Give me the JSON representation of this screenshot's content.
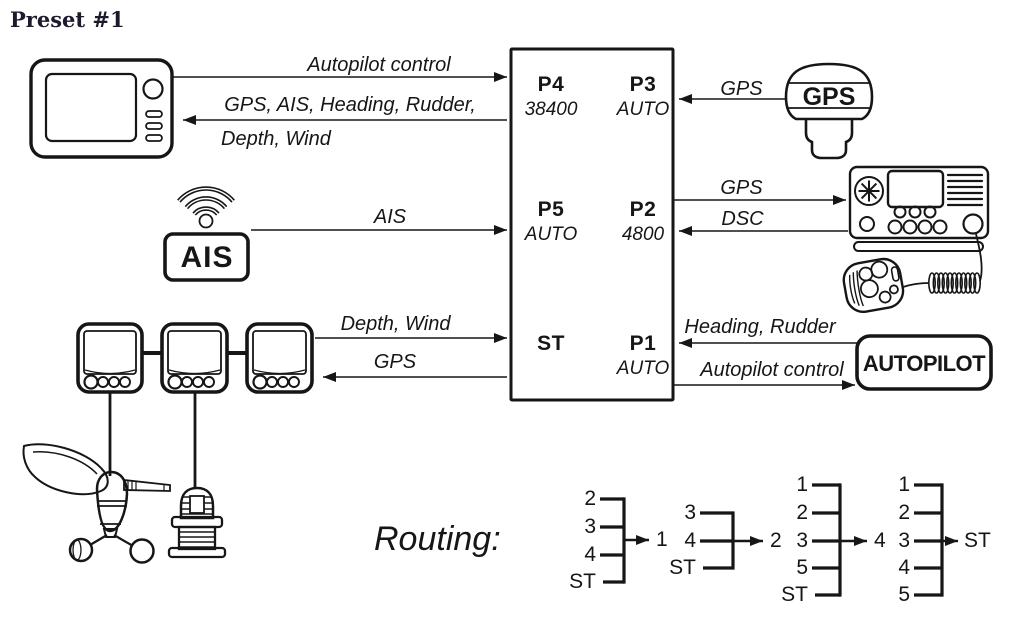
{
  "title": "Preset #1",
  "colors": {
    "ink": "#161616",
    "title_ink": "#1c1b2e",
    "bg": "#ffffff"
  },
  "multiplexer": {
    "ports": [
      {
        "id": "P4",
        "value": "38400"
      },
      {
        "id": "P3",
        "value": "AUTO"
      },
      {
        "id": "P5",
        "value": "AUTO"
      },
      {
        "id": "P2",
        "value": "4800"
      },
      {
        "id": "ST",
        "value": ""
      },
      {
        "id": "P1",
        "value": "AUTO"
      }
    ]
  },
  "labels": {
    "autopilot_control_top": "Autopilot control",
    "plotter_out_line1": "GPS, AIS, Heading, Rudder,",
    "plotter_out_line2": "Depth, Wind",
    "ais": "AIS",
    "depth_wind": "Depth, Wind",
    "gps_to_displays": "GPS",
    "gps_from_antenna": "GPS",
    "gps_to_radio": "GPS",
    "dsc": "DSC",
    "heading_rudder": "Heading, Rudder",
    "autopilot_control_bottom": "Autopilot control"
  },
  "devices": {
    "chartplotter_icon": "chartplotter-icon",
    "ais_receiver": {
      "icon": "ais-receiver-icon",
      "label": "AIS"
    },
    "gps_antenna": {
      "icon": "gps-antenna-icon",
      "label": "GPS"
    },
    "vhf_radio_icon": "vhf-radio-icon",
    "autopilot": {
      "icon": "autopilot-icon",
      "label": "AUTOPILOT"
    },
    "instrument_displays_icon": "instrument-displays-icon",
    "wind_sensor_icon": "wind-sensor-icon",
    "depth_transducer_icon": "depth-transducer-icon"
  },
  "routing": {
    "title": "Routing:",
    "groups": [
      {
        "inputs": [
          "2",
          "3",
          "4",
          "ST"
        ],
        "output": "1"
      },
      {
        "inputs": [
          "3",
          "4",
          "ST"
        ],
        "output": "2"
      },
      {
        "inputs": [
          "1",
          "2",
          "3",
          "5",
          "ST"
        ],
        "output": "4"
      },
      {
        "inputs": [
          "1",
          "2",
          "3",
          "4",
          "5"
        ],
        "output": "ST"
      }
    ]
  }
}
